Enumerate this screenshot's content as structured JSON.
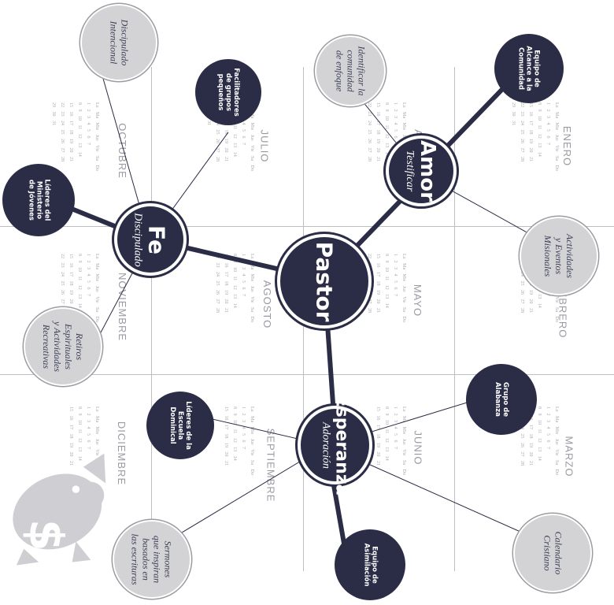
{
  "diagram": {
    "center": {
      "name": "Pastor"
    },
    "pillars": [
      {
        "id": "amor",
        "name": "Amor",
        "sub": "Testificar"
      },
      {
        "id": "fe",
        "name": "Fe",
        "sub": "Discipulado"
      },
      {
        "id": "esperanza",
        "name": "Esperanza",
        "sub": "Adoración"
      }
    ],
    "ministries": [
      {
        "id": "alcance",
        "lines": [
          "Equipo de",
          "Alcance a la",
          "Comunidad"
        ]
      },
      {
        "id": "facilitadores",
        "lines": [
          "Facilitadores",
          "de grupos",
          "pequeños"
        ]
      },
      {
        "id": "jovenes",
        "lines": [
          "Líderes del",
          "Ministerio",
          "de Jóvenes"
        ]
      },
      {
        "id": "alabanza",
        "lines": [
          "Grupo de",
          "Alabanza"
        ]
      },
      {
        "id": "escuela",
        "lines": [
          "Líderes de la",
          "Escuela",
          "Dominical"
        ]
      },
      {
        "id": "asimilacion",
        "lines": [
          "Equipo de",
          "Asimilación"
        ]
      }
    ],
    "activities": [
      {
        "id": "comunidad",
        "lines": [
          "Identificar la",
          "comunidad",
          "de enfoque"
        ]
      },
      {
        "id": "misionales",
        "lines": [
          "Actividades",
          "y Eventos",
          "Misionales"
        ]
      },
      {
        "id": "discipulado",
        "lines": [
          "Discipulado",
          "Intencional"
        ]
      },
      {
        "id": "retiros",
        "lines": [
          "Retiros",
          "Espirituales",
          "y Actividades",
          "Recreativas"
        ]
      },
      {
        "id": "calendario",
        "lines": [
          "Calendario",
          "Cristiano"
        ]
      },
      {
        "id": "sermones",
        "lines": [
          "Sermones",
          "que inspiran",
          "basados en",
          "las escrituras"
        ]
      }
    ]
  },
  "calendar": {
    "months": [
      "ENERO",
      "FEBRERO",
      "MARZO",
      "ABRIL",
      "MAYO",
      "JUNIO",
      "JULIO",
      "AGOSTO",
      "SEPTIEMBRE",
      "OCTUBRE",
      "NOVIEMBRE",
      "DICIEMBRE"
    ],
    "weekdays": "Lu Ma Mie Jue Vie Sa Do",
    "weeks": [
      "1 2 3 4 5 6 7",
      "8 9 10 11 12 13 14",
      "15 16 17 18 19 20 21",
      "22 23 24 25 26 27 28",
      "29 30 31"
    ]
  },
  "icons": {
    "piggy_bank": "piggy-bank-dollar-icon"
  },
  "colors": {
    "navy": "#2a2d45",
    "gray_fill": "#d3d3d6",
    "gray_border": "#9b9ba2",
    "piggy": "#cfcfd3"
  }
}
